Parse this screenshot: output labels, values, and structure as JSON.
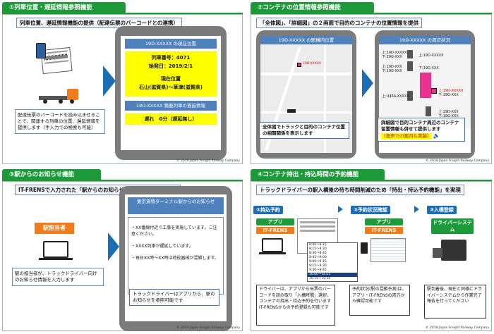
{
  "copyright": "© 2019 Japan Freight Railway Company",
  "panel1": {
    "title": "①列車位置・遅延情報参照機能",
    "subtitle": "列車位置、遅延情報機能の提供（配達伝票のバーコードとの連携）",
    "screen_header": "19D-XXXXX の現在位置",
    "train_no": "列車番号：4071",
    "start_date": "始発日：2019/2/1",
    "current_label": "現在位置",
    "current_value": "石山(滋賀県)～草津(滋賀県)",
    "delay_header": "19D-XXXXX 積載列車の遅延情報",
    "delay_value": "遅れ　0分（遅延無し）",
    "description": "配達伝票のバーコードを読み込ませることで、関連する列車の位置、遅延情報を提供します（手入力での検索も可能）"
  },
  "panel2": {
    "title": "②コンテナの位置情報参照機能",
    "subtitle": "「全体図」、「詳細図」の２画面で目的のコンテナの位置情報を提供",
    "screen1_header": "19D-XXXXX の駅構内位置",
    "map_label": "19D-XXXXX",
    "callout1": "全体図でトラックと目的のコンテナ位置の相関関係を表示します",
    "screen2_header": "19D-XXXXX の周辺状況",
    "labels": [
      "上:19D-XXXXX",
      "下:19G-XXX",
      "上:19D-XXXXX",
      "下:19G-XXX",
      "上:19D-XXX",
      "下:19G-XXX",
      "上:U46A-XXXXX",
      "上:19D-XXXXX",
      "下:19G-XXX",
      "下:19G-XXX",
      "上:19D-XXX"
    ],
    "callout2": "詳細図で目的コンテナ周辺のコンテナ留置情報も併せて提供します",
    "callout2_sub": "（音声での案内も実装）"
  },
  "panel3": {
    "title": "③駅からのお知らせ機能",
    "subtitle": "IT-FRENSで入力された「駅からのお知らせ」をアプリで参照可能",
    "staff_label": "駅担当者",
    "description": "駅の担当者が、トラックドライバー向けのお知らせ情報を入力します",
    "screen_header": "東京貨物ターミナル駅からのお知らせ",
    "notices": [
      "・XX番線付近で工事を実施しています。ご注意ください。",
      "・XXXX列車が遅延しています。",
      "・毎日XX時～XX時は荷役器械が混雑します。"
    ],
    "callout": "トラックドライバーはアプリから、駅のお知らせを参照可能です"
  },
  "panel4": {
    "title": "④コンテナ持出・持込時間の予約機能",
    "subtitle": "トラックドライバーの駅入構後の待ち時間削減のため「持出・持込予約機能」を実現",
    "step1": "①持込予約",
    "step2": "②予約状況確認",
    "step3": "③入構登録",
    "app_label": "アプリ",
    "itfrens_label": "IT-FRENS",
    "driver_system": "ドライバーシステム",
    "time_slots": [
      "8:00～8:15",
      "8:15～8:30",
      "8:30～8:45",
      "8:45～9:00",
      "9:00～9:15",
      "9:15～9:30",
      "9:30～9:45",
      "10:00～10:15",
      "10:15～10:30"
    ],
    "desc1": "ドライバーは、アプリから伝票のバーコードを読み取り「入構時間」選択、コンテナの持出・持込予約を行います IT-FRENSからの予約登録も可能です",
    "desc2": "予約状況(駅の混雑予測)は、アプリ・IT-FRENSの両方から確認可能です",
    "desc3": "駅到着後、現在と同様にドライバーシステムから作業完了報告を行ってください"
  },
  "colors": {
    "green": "#1c9a3a",
    "blue": "#4f81bd",
    "orange": "#f07c1c",
    "yellow": "#ffff00",
    "pink": "#e8308c"
  }
}
